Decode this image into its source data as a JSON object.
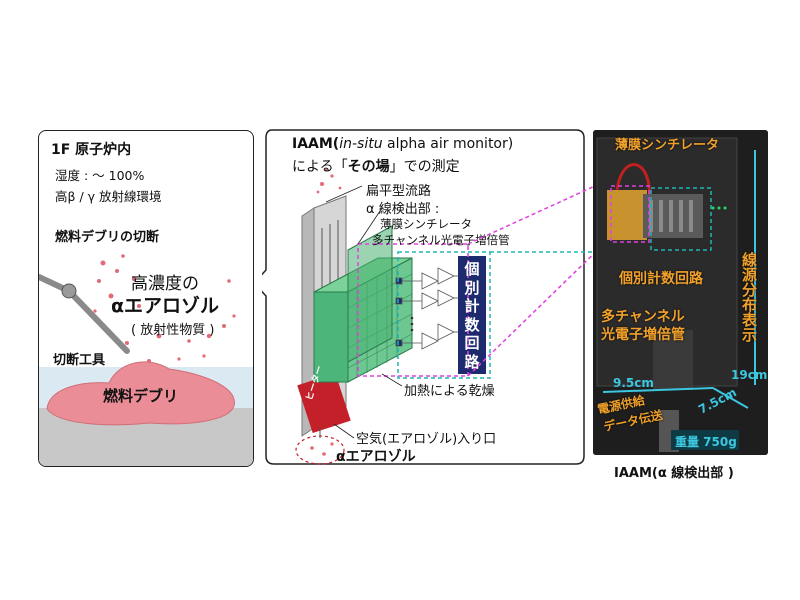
{
  "left": {
    "title": "1F 原子炉内",
    "cond1": "湿度 : ～ 100%",
    "cond2": "高β / γ 放射線環境",
    "cutting": "燃料デブリの切断",
    "aerosol1": "高濃度の",
    "aerosol2": "αエアロゾル",
    "aerosol3": "( 放射性物質 )",
    "tool": "切断工具",
    "debris": "燃料デブリ"
  },
  "center": {
    "title1_a": "IAAM(",
    "title1_b": "in-situ",
    "title1_c": " alpha air monitor)",
    "title2_a": "による「",
    "title2_b": "その場",
    "title2_c": "」での測定",
    "flow_path": "扁平型流路",
    "detector": "α 線検出部 :",
    "scint": "薄膜シンチレータ",
    "pmt": "多チャンネル光電子増倍管",
    "counter": [
      "個",
      "別",
      "計",
      "数",
      "回",
      "路"
    ],
    "heater": "ヒーター",
    "heating": "加熱による乾燥",
    "inlet": "空気(エアロゾル)入り口",
    "alpha_aerosol": "αエアロゾル"
  },
  "photo": {
    "scint": "薄膜シンチレータ",
    "counter": "個別計数回路",
    "distribution": "線源分布表示",
    "pmt1": "多チャンネル",
    "pmt2": "光電子増倍管",
    "power1": "電源供給",
    "power2": "データ伝送",
    "h": "19cm",
    "w": "9.5cm",
    "d": "7.5cm",
    "weight": "重量 750g",
    "caption": "IAAM(α 線検出部 )"
  },
  "colors": {
    "pink_dots": "#e46a78",
    "magenta_box": "#e040e0",
    "cyan_box": "#1fb5b5",
    "green_panel": "#3aa86a",
    "navy_counter": "#1d2a6e",
    "orange_label": "#f2a12b"
  }
}
